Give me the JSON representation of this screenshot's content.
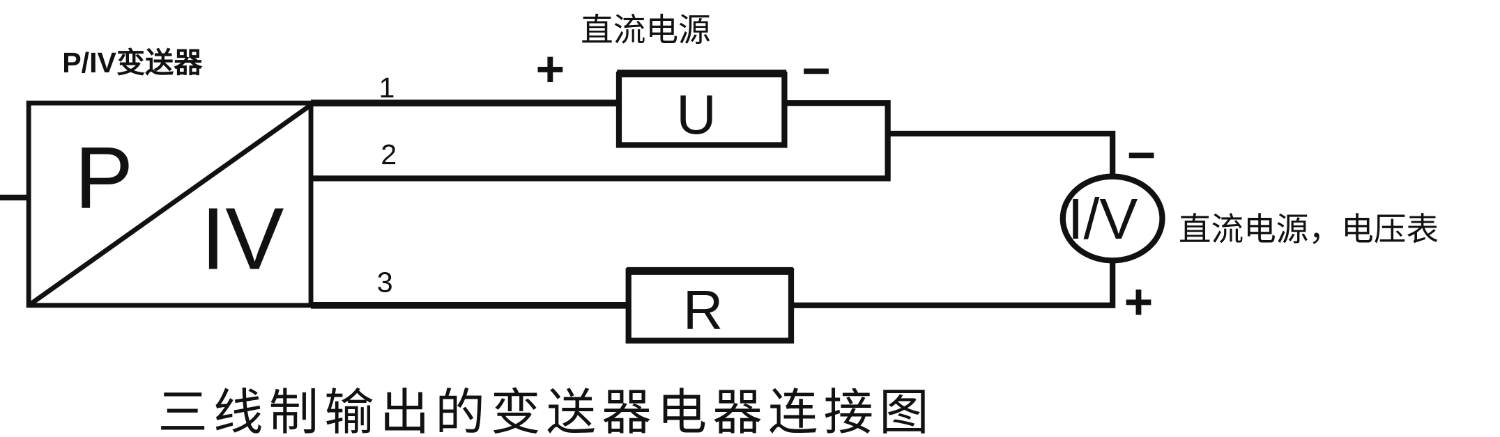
{
  "transmitter": {
    "title": "P/IV变送器",
    "input_symbol": "P",
    "output_symbol": "IV"
  },
  "terminals": [
    "1",
    "2",
    "3"
  ],
  "power_supply": {
    "label": "直流电源",
    "symbol": "U",
    "plus": "+",
    "minus": "−"
  },
  "resistor": {
    "symbol": "R"
  },
  "meter": {
    "symbol": "I/V",
    "label": "直流电源，电压表",
    "plus": "+",
    "minus": "−"
  },
  "caption": "三线制输出的变送器电器连接图",
  "colors": {
    "line": "#111111",
    "background": "#ffffff"
  }
}
